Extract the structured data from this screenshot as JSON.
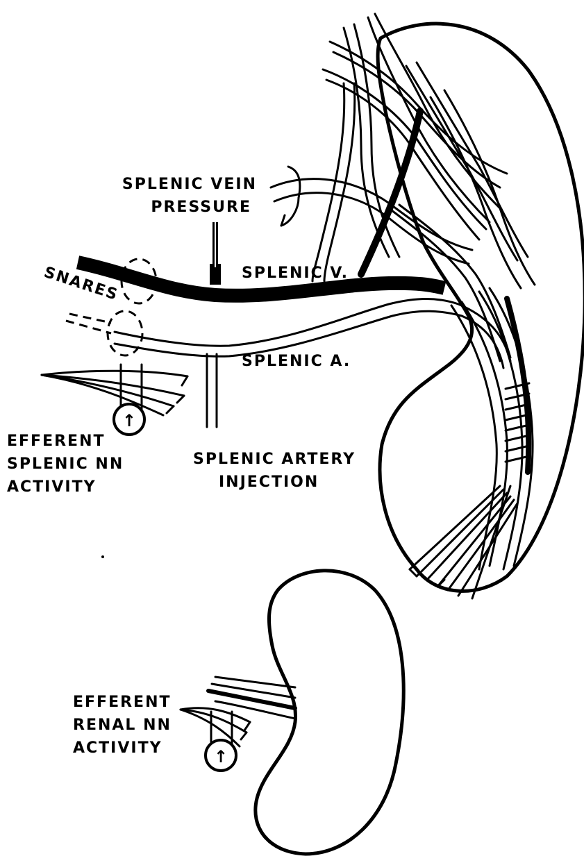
{
  "labels": {
    "splenic_vein_pressure": [
      "SPLENIC VEIN",
      "PRESSURE"
    ],
    "splenic_v": "SPLENIC V.",
    "snares": "SNARES",
    "splenic_a": "SPLENIC A.",
    "efferent_splenic": [
      "EFFERENT",
      "SPLENIC NN",
      "ACTIVITY"
    ],
    "splenic_artery_injection": [
      "SPLENIC ARTERY",
      "INJECTION"
    ],
    "efferent_renal": [
      "EFFERENT",
      "RENAL NN",
      "ACTIVITY"
    ]
  },
  "meter_symbol": "↑"
}
